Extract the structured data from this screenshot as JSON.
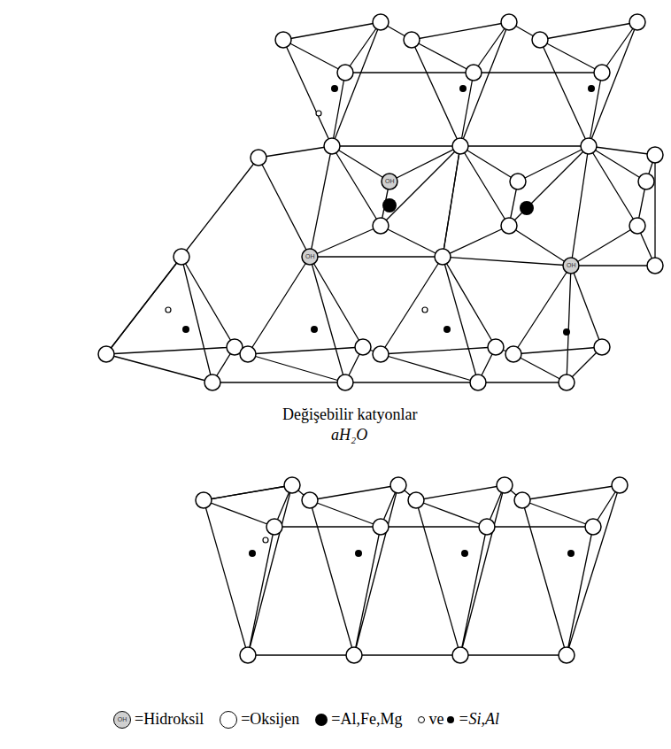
{
  "diagram": {
    "labels": [
      "Değişebilir katyonlar",
      "aH₂O",
      "OH",
      "OH",
      "OH",
      "OH",
      "ve"
    ],
    "legend": [
      {
        "text": "=Hidroksil"
      },
      {
        "text": "=Oksijen"
      },
      {
        "text": "=Al,Fe,Mg"
      },
      {
        "text": "=Si,Al"
      }
    ]
  }
}
